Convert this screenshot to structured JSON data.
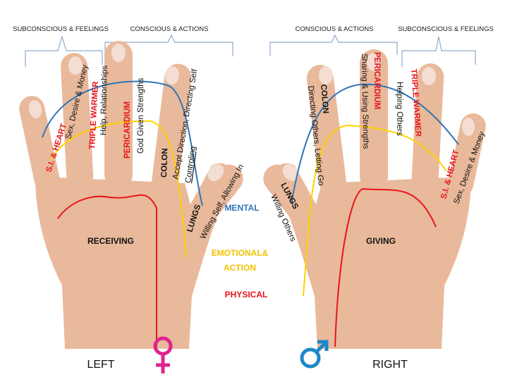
{
  "header": {
    "left_subconscious": "SUBCONSCIOUS & FEELINGS",
    "left_conscious": "CONSCIOUS & ACTIONS",
    "right_conscious": "CONSCIOUS & ACTIONS",
    "right_subconscious": "SUBCONSCIOUS & FEELINGS"
  },
  "left_hand": {
    "pinky_organ": "S.I. & HEART",
    "pinky_meaning": "Sex, Desire & Money",
    "ring_organ": "TRIPLE WARMER",
    "ring_meaning": "Help, Relationships",
    "middle_organ": "PERICARDIUM",
    "middle_meaning": "God Given Strengths",
    "index_organ": "COLON",
    "index_meaning": "Accept Direction, Directing Self",
    "index_meaning2": "Controling",
    "thumb_organ": "LUNGS",
    "thumb_meaning": "Willing Self, Allowing In",
    "palm": "RECEIVING",
    "side": "LEFT"
  },
  "right_hand": {
    "thumb_organ": "LUNGS",
    "thumb_meaning": "Willing Others",
    "index_organ": "COLON",
    "index_meaning": "Directing Others, Letting Go",
    "middle_organ": "PERICARDIUM",
    "middle_meaning": "Sharing & Using Strengths",
    "ring_organ": "TRIPLE WARMER",
    "ring_meaning": "Helping Others",
    "pinky_organ": "S.I. & HEART",
    "pinky_meaning": "Sex, Desire & Money",
    "palm": "GIVING",
    "side": "RIGHT"
  },
  "legend": {
    "mental": "MENTAL",
    "emotional": "EMOTIONAL&",
    "action": "ACTION",
    "physical": "PHYSICAL"
  },
  "colors": {
    "mental": "#2e75b6",
    "emotional": "#ffd200",
    "physical": "#e8141b",
    "female": "#e0238c",
    "male": "#1e88c8",
    "brace": "#8fa9cc"
  }
}
